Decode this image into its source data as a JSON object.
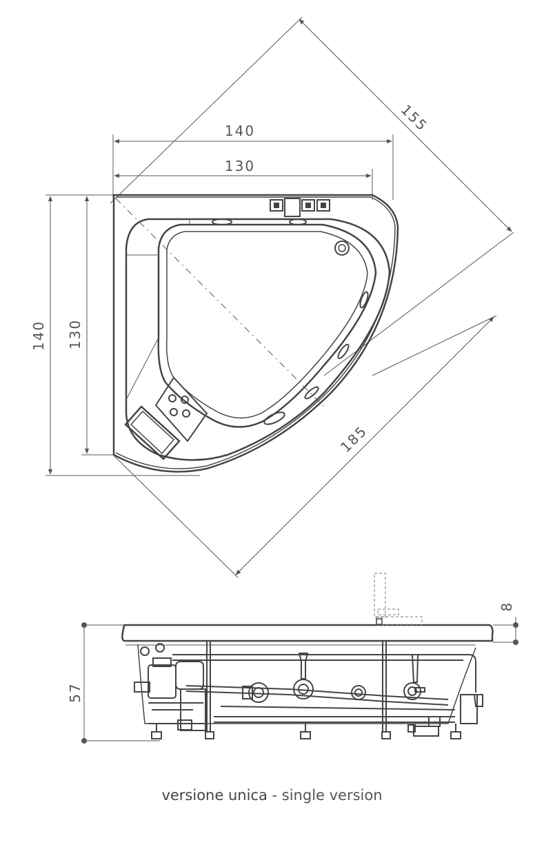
{
  "top_view": {
    "dim_width_outer": "140",
    "dim_width_inner": "130",
    "dim_height_outer": "140",
    "dim_height_inner": "130",
    "dim_diagonal_back": "155",
    "dim_diagonal_front": "185"
  },
  "side_view": {
    "dim_height": "57",
    "dim_rim": "8"
  },
  "caption": {
    "italian": "versione unica",
    "separator": " - ",
    "english": "single version"
  }
}
